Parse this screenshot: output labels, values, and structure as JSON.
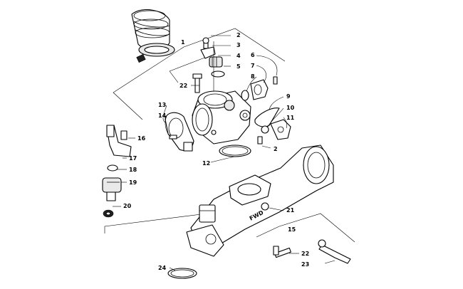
{
  "diagram": {
    "callouts": [
      {
        "id": "c1",
        "text": "1"
      },
      {
        "id": "c2a",
        "text": "2"
      },
      {
        "id": "c3",
        "text": "3"
      },
      {
        "id": "c4",
        "text": "4"
      },
      {
        "id": "c5",
        "text": "5"
      },
      {
        "id": "c6",
        "text": "6"
      },
      {
        "id": "c7",
        "text": "7"
      },
      {
        "id": "c8",
        "text": "8"
      },
      {
        "id": "c9",
        "text": "9"
      },
      {
        "id": "c10",
        "text": "10"
      },
      {
        "id": "c11",
        "text": "11"
      },
      {
        "id": "c2b",
        "text": "2"
      },
      {
        "id": "c12",
        "text": "12"
      },
      {
        "id": "c13",
        "text": "13"
      },
      {
        "id": "c14",
        "text": "14"
      },
      {
        "id": "c15",
        "text": "15"
      },
      {
        "id": "c16",
        "text": "16"
      },
      {
        "id": "c17",
        "text": "17"
      },
      {
        "id": "c18",
        "text": "18"
      },
      {
        "id": "c19",
        "text": "19"
      },
      {
        "id": "c20",
        "text": "20"
      },
      {
        "id": "c21",
        "text": "21"
      },
      {
        "id": "c22a",
        "text": "22"
      },
      {
        "id": "c22b",
        "text": "22"
      },
      {
        "id": "c23",
        "text": "23"
      },
      {
        "id": "c24",
        "text": "24"
      }
    ],
    "manifold_marking": "FWD"
  }
}
